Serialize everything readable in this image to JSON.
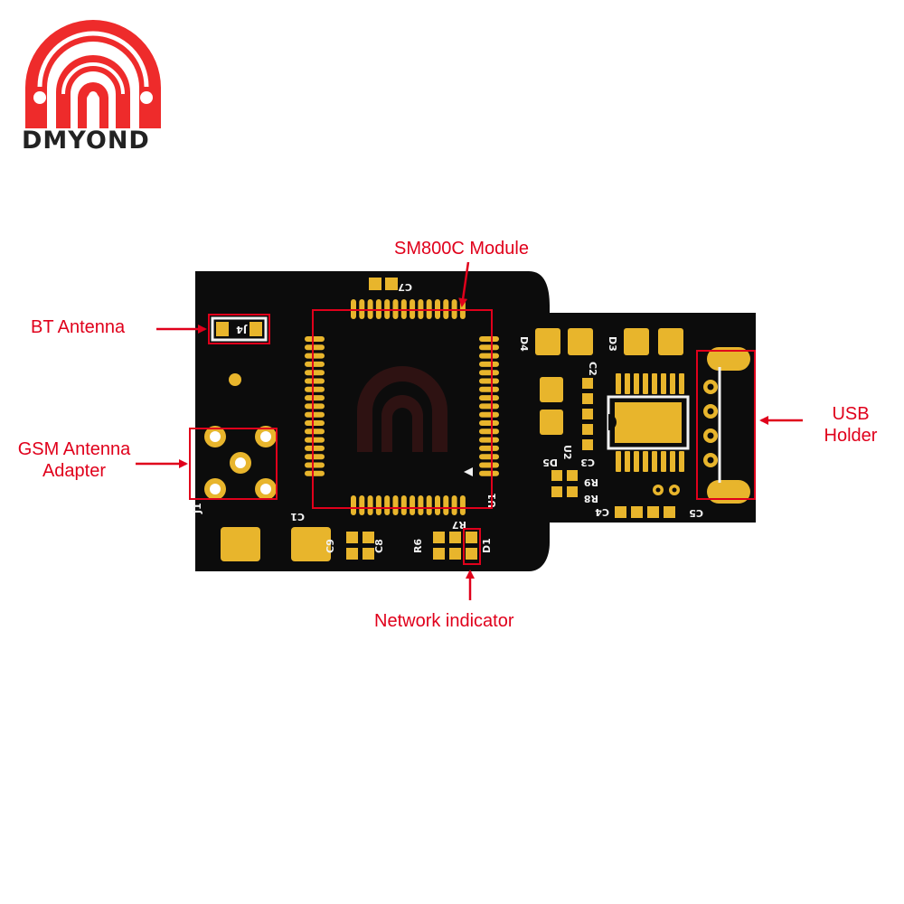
{
  "brand": {
    "name": "DMYOND",
    "logo_icon": "dmyond-arch-logo",
    "accent_color": "#ee2b2b"
  },
  "callouts": {
    "sm800c_module": "SM800C Module",
    "bt_antenna": "BT Antenna",
    "gsm_antenna_line1": "GSM Antenna",
    "gsm_antenna_line2": "Adapter",
    "usb_holder_line1": "USB",
    "usb_holder_line2": "Holder",
    "network_indicator": "Network indicator",
    "color": "#e0001b"
  },
  "silkscreen": {
    "c7": "C7",
    "j4": "J4",
    "u1": "U1",
    "j1": "J1",
    "c1": "C1",
    "c9": "C9",
    "c8": "C8",
    "r7": "R7",
    "r6": "R6",
    "d1": "D1",
    "d4": "D4",
    "d3": "D3",
    "c2": "C2",
    "u2": "U2",
    "d5": "D5",
    "c3": "C3",
    "r9": "R9",
    "r8": "R8",
    "c4": "C4",
    "c5": "C5"
  },
  "board": {
    "pcb_color": "#0c0c0c",
    "pad_color": "#e8b52c",
    "silk_color": "#f2f2f2"
  }
}
